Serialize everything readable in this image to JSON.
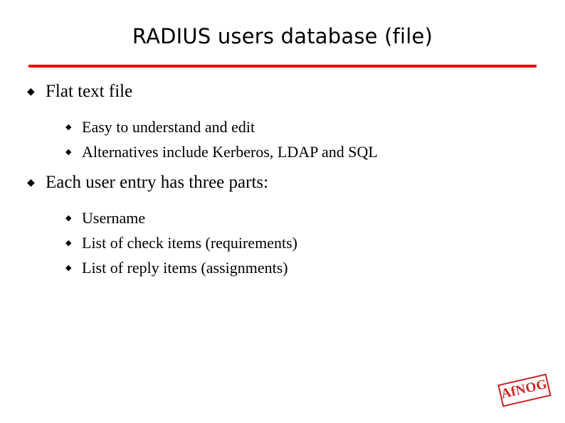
{
  "slide": {
    "title": "RADIUS users database (file)",
    "accent_color": "#ee0000",
    "bullet_glyph_level1": "◆",
    "bullet_glyph_level2": "◆",
    "content": [
      {
        "level": 1,
        "text": "Flat text file"
      },
      {
        "level": 2,
        "text": "Easy to understand and edit"
      },
      {
        "level": 2,
        "text": "Alternatives include Kerberos, LDAP and SQL"
      },
      {
        "level": 1,
        "text": "Each user entry has three parts:"
      },
      {
        "level": 2,
        "text": "Username"
      },
      {
        "level": 2,
        "text": "List of check items (requirements)"
      },
      {
        "level": 2,
        "text": "List of reply items (assignments)"
      }
    ]
  },
  "logo": {
    "text": "AfNOG",
    "color": "#cc2222"
  }
}
